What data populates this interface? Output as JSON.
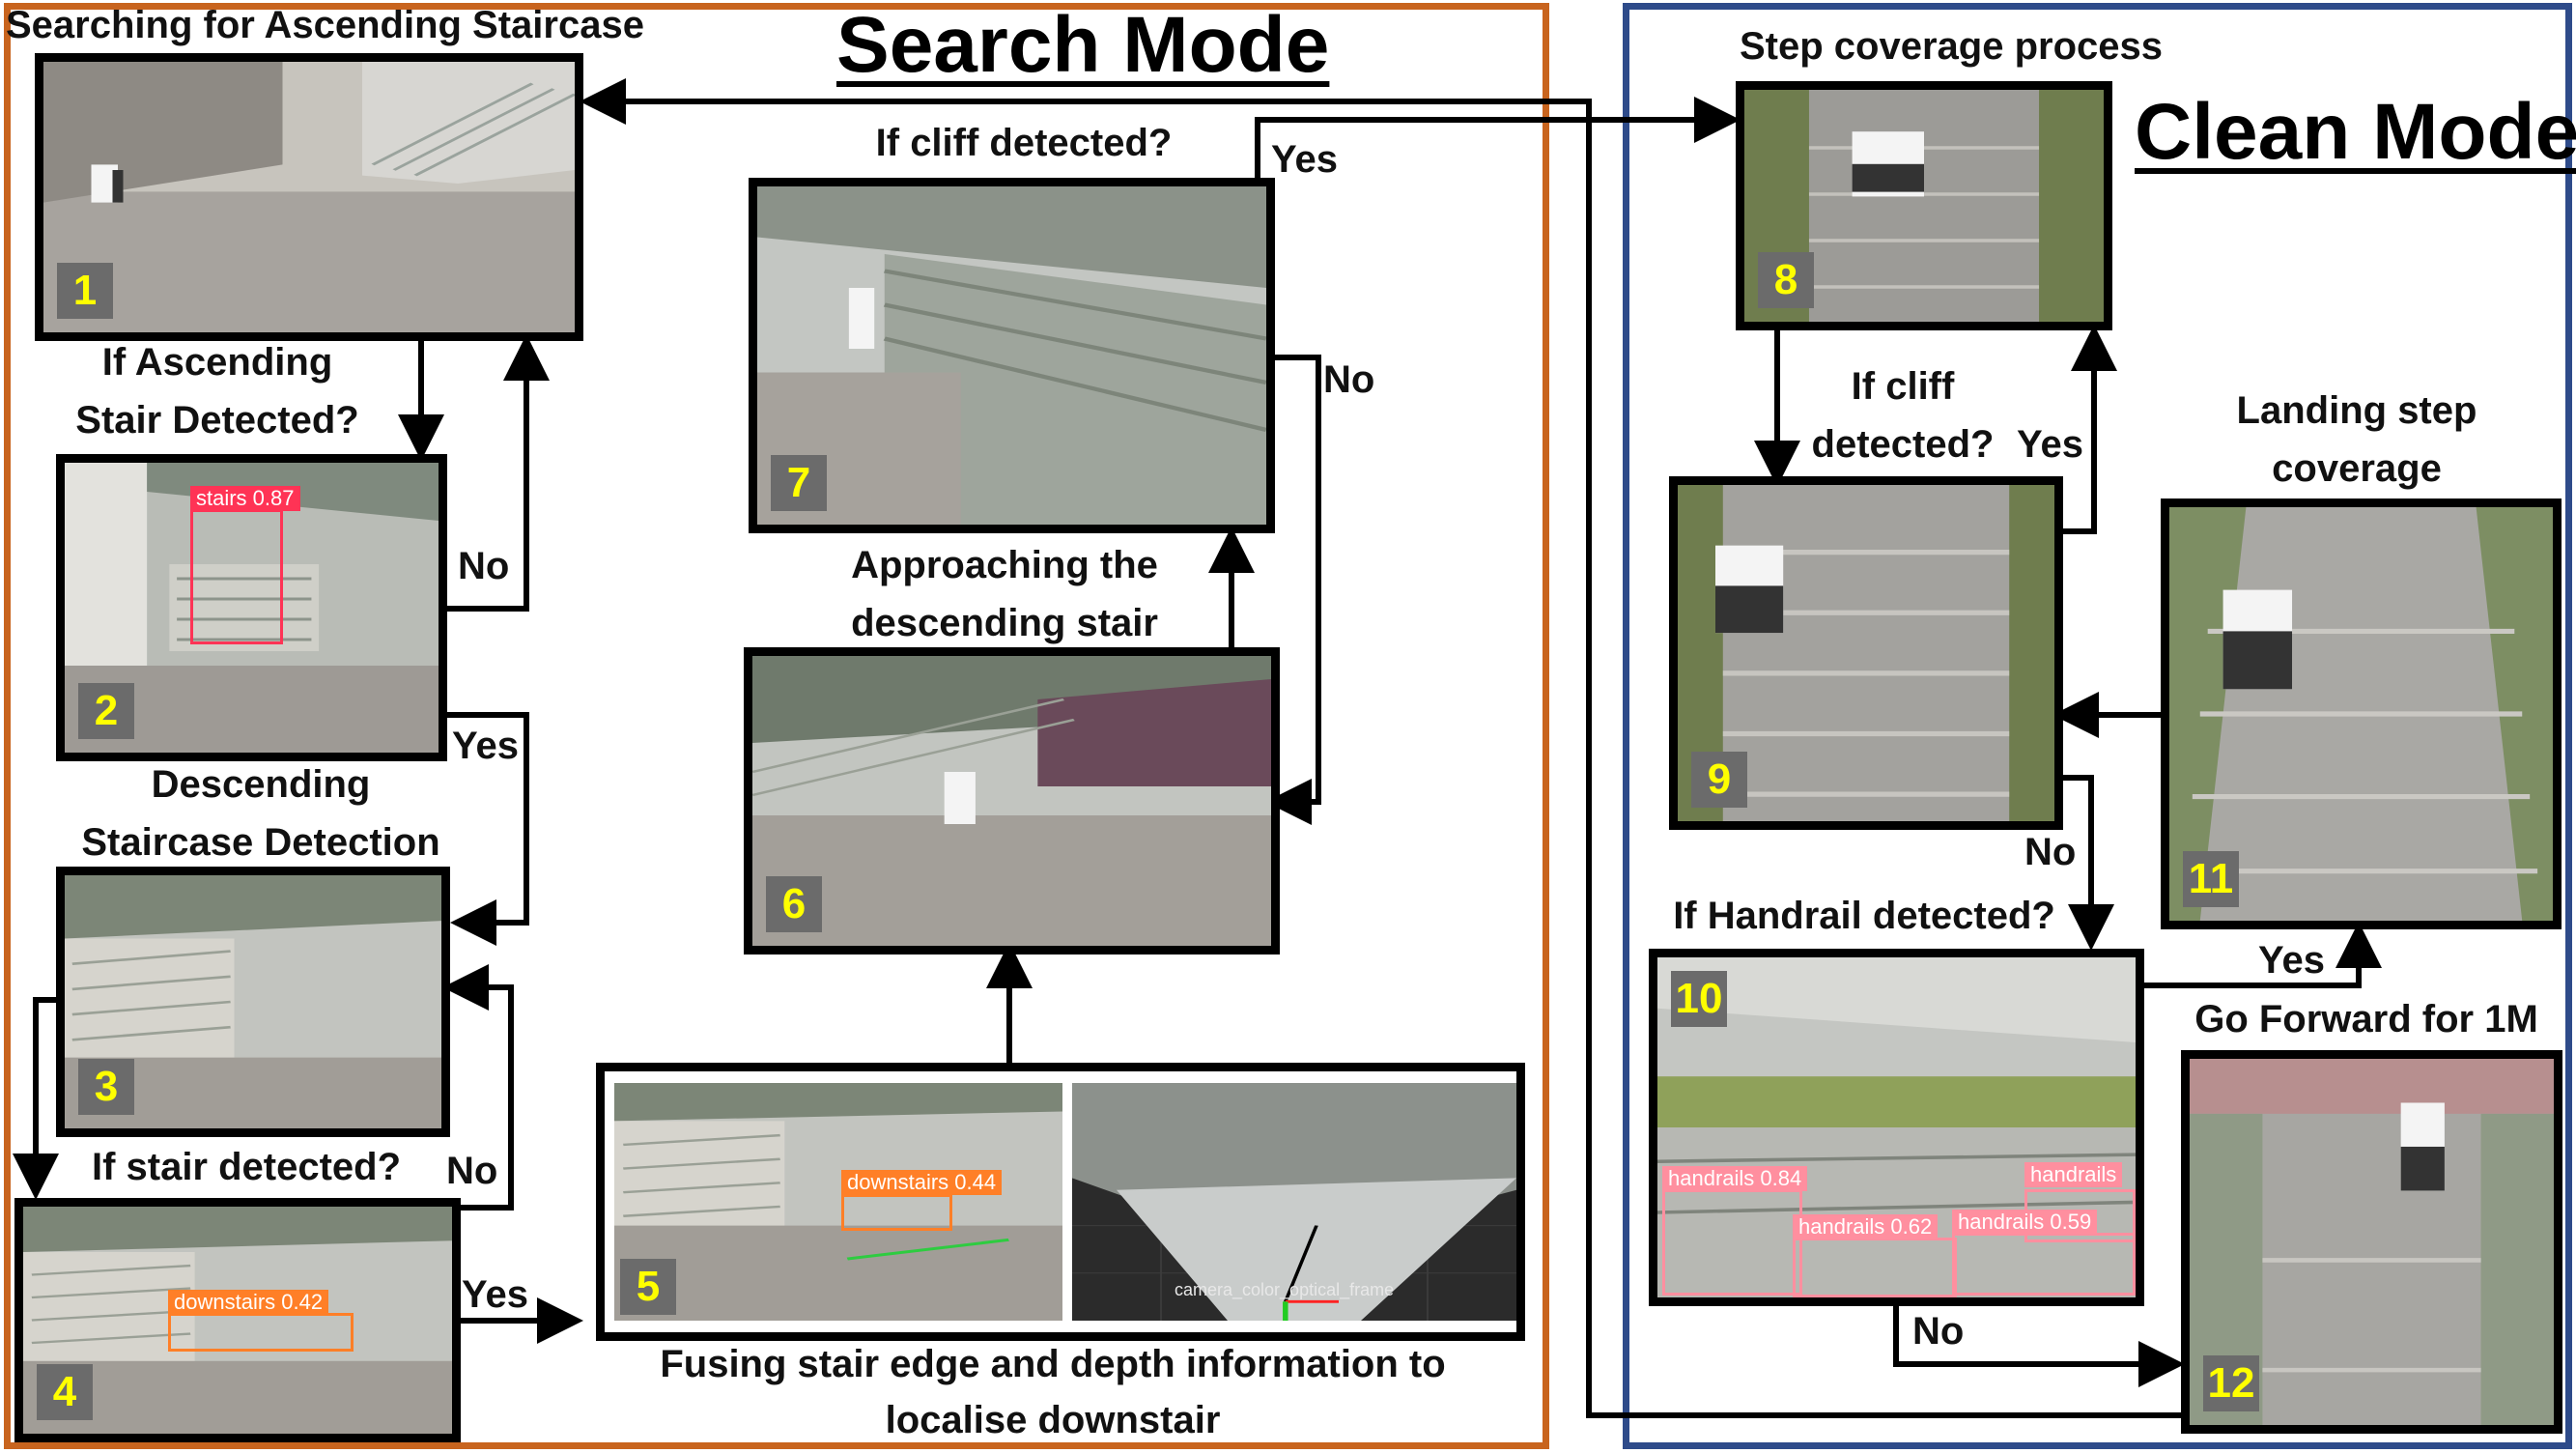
{
  "colors": {
    "search_border": "#c8641e",
    "clean_border": "#2e4b8a",
    "step_badge_bg": "#6b6b6b",
    "step_badge_text": "#ffff00",
    "stairs_box": "#ff3355",
    "downstairs_box": "#ff7f27",
    "handrail_box": "#ff8f9f"
  },
  "modes": {
    "search": "Search Mode",
    "clean": "Clean Mode"
  },
  "labels": {
    "l1": "Searching for Ascending Staircase",
    "l2a": "If Ascending",
    "l2b": "Stair Detected?",
    "l3a": "Descending",
    "l3b": "Staircase Detection",
    "l4": "If stair detected?",
    "l5a": "Fusing stair edge and depth information to",
    "l5b": "localise downstair",
    "l6a": "Approaching the",
    "l6b": "descending stair",
    "l7": "If cliff detected?",
    "l8": "Step coverage process",
    "l9a": "If cliff",
    "l9b": "detected?",
    "l10": "If Handrail detected?",
    "l11a": "Landing step",
    "l11b": "coverage",
    "l12": "Go Forward for 1M"
  },
  "branches": {
    "no_2": "No",
    "yes_2": "Yes",
    "no_4": "No",
    "yes_4": "Yes",
    "yes_7": "Yes",
    "no_7": "No",
    "yes_9": "Yes",
    "no_9": "No",
    "yes_10": "Yes",
    "no_10": "No"
  },
  "steps": [
    "1",
    "2",
    "3",
    "4",
    "5",
    "6",
    "7",
    "8",
    "9",
    "10",
    "11",
    "12"
  ],
  "detections": {
    "stairs": "stairs 0.87",
    "downstairs_4": "downstairs 0.42",
    "downstairs_5": "downstairs 0.44",
    "depth_frame": "camera_color_optical_frame",
    "handrail_a": "handrails 0.84",
    "handrail_b": "handrails",
    "handrail_c": "handrails 0.62",
    "handrail_d": "handrails 0.59"
  }
}
